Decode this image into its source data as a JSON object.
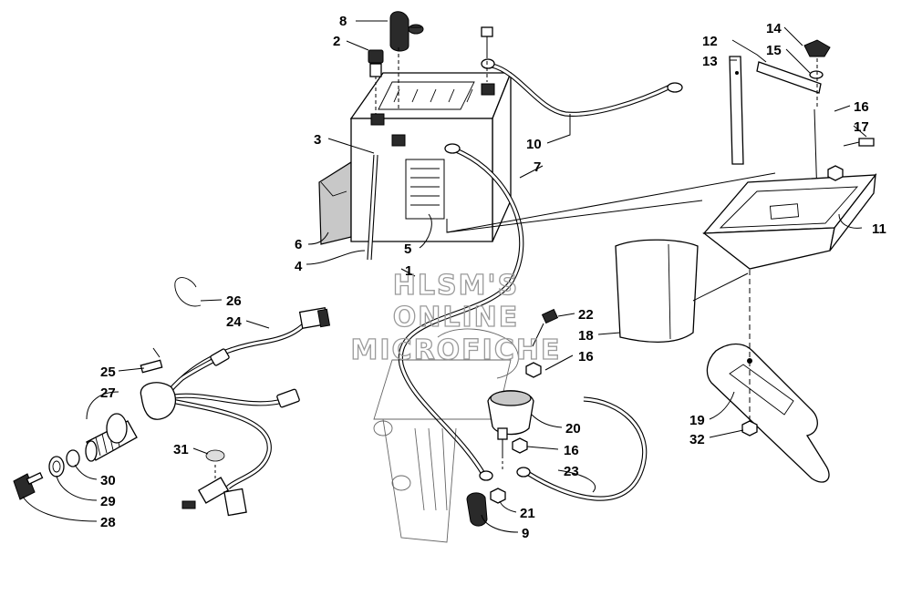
{
  "watermark": [
    "HLSM'S",
    "ONLINE",
    "MICROFICHE"
  ],
  "callouts": [
    {
      "id": "c1",
      "label": "1"
    },
    {
      "id": "c2",
      "label": "2"
    },
    {
      "id": "c3",
      "label": "3"
    },
    {
      "id": "c4",
      "label": "4"
    },
    {
      "id": "c5",
      "label": "5"
    },
    {
      "id": "c6",
      "label": "6"
    },
    {
      "id": "c7",
      "label": "7"
    },
    {
      "id": "c8",
      "label": "8"
    },
    {
      "id": "c9",
      "label": "9"
    },
    {
      "id": "c10",
      "label": "10"
    },
    {
      "id": "c11",
      "label": "11"
    },
    {
      "id": "c12",
      "label": "12"
    },
    {
      "id": "c13",
      "label": "13"
    },
    {
      "id": "c14",
      "label": "14"
    },
    {
      "id": "c15",
      "label": "15"
    },
    {
      "id": "c16a",
      "label": "16"
    },
    {
      "id": "c16b",
      "label": "16"
    },
    {
      "id": "c16c",
      "label": "16"
    },
    {
      "id": "c17",
      "label": "17"
    },
    {
      "id": "c18",
      "label": "18"
    },
    {
      "id": "c19",
      "label": "19"
    },
    {
      "id": "c20",
      "label": "20"
    },
    {
      "id": "c21",
      "label": "21"
    },
    {
      "id": "c22",
      "label": "22"
    },
    {
      "id": "c23",
      "label": "23"
    },
    {
      "id": "c24",
      "label": "24"
    },
    {
      "id": "c25",
      "label": "25"
    },
    {
      "id": "c26",
      "label": "26"
    },
    {
      "id": "c27",
      "label": "27"
    },
    {
      "id": "c28",
      "label": "28"
    },
    {
      "id": "c29",
      "label": "29"
    },
    {
      "id": "c30",
      "label": "30"
    },
    {
      "id": "c31",
      "label": "31"
    },
    {
      "id": "c32",
      "label": "32"
    }
  ]
}
